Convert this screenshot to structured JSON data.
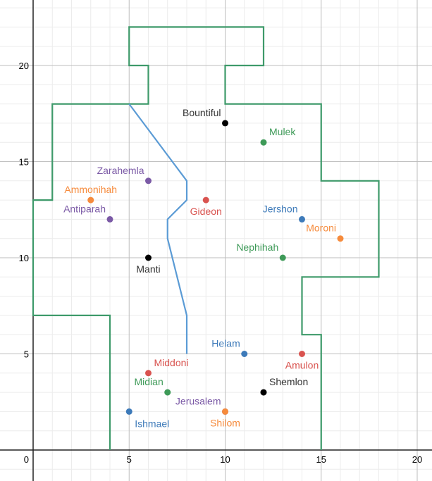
{
  "chart_data": {
    "type": "scatter",
    "title": "",
    "xlabel": "",
    "ylabel": "",
    "xlim": [
      -0.2,
      22.2
    ],
    "ylim": [
      -1.6,
      23.4
    ],
    "grid": true,
    "minor_grid_step": 1,
    "major_grid_step": 5,
    "x_ticks": [
      0,
      5,
      10,
      15,
      20
    ],
    "y_ticks": [
      5,
      10,
      15,
      20
    ],
    "tick_labels": {
      "x0": "0",
      "x5": "5",
      "x10": "10",
      "x15": "15",
      "x20": "20",
      "y5": "5",
      "y10": "10",
      "y15": "15",
      "y20": "20"
    },
    "colors": {
      "red": "#d9534f",
      "blue": "#3d7ab9",
      "green": "#3e9a58",
      "purple": "#7b5aa6",
      "orange": "#f68b3c",
      "black": "#000000",
      "label_black": "#333333",
      "region_outline": "#3e9a6a",
      "divider": "#5b9bd5"
    },
    "points": [
      {
        "name": "Bountiful",
        "x": 10,
        "y": 17,
        "color": "black",
        "label_pos": "above-left"
      },
      {
        "name": "Mulek",
        "x": 12,
        "y": 16,
        "color": "green",
        "label_pos": "above-right"
      },
      {
        "name": "Zarahemla",
        "x": 6,
        "y": 14,
        "color": "purple",
        "label_pos": "above-left"
      },
      {
        "name": "Ammonihah",
        "x": 3,
        "y": 13,
        "color": "orange",
        "label_pos": "above"
      },
      {
        "name": "Antiparah",
        "x": 4,
        "y": 12,
        "color": "purple",
        "label_pos": "above-left"
      },
      {
        "name": "Gideon",
        "x": 9,
        "y": 13,
        "color": "red",
        "label_pos": "below"
      },
      {
        "name": "Jershon",
        "x": 14,
        "y": 12,
        "color": "blue",
        "label_pos": "above-left"
      },
      {
        "name": "Moroni",
        "x": 16,
        "y": 11,
        "color": "orange",
        "label_pos": "above-left"
      },
      {
        "name": "Nephihah",
        "x": 13,
        "y": 10,
        "color": "green",
        "label_pos": "above-left"
      },
      {
        "name": "Manti",
        "x": 6,
        "y": 10,
        "color": "black",
        "label_pos": "below"
      },
      {
        "name": "Helam",
        "x": 11,
        "y": 5,
        "color": "blue",
        "label_pos": "above-left"
      },
      {
        "name": "Amulon",
        "x": 14,
        "y": 5,
        "color": "red",
        "label_pos": "below"
      },
      {
        "name": "Middoni",
        "x": 6,
        "y": 4,
        "color": "red",
        "label_pos": "above-right"
      },
      {
        "name": "Midian",
        "x": 7,
        "y": 3,
        "color": "green",
        "label_pos": "above-left"
      },
      {
        "name": "Shemlon",
        "x": 12,
        "y": 3,
        "color": "black",
        "label_pos": "above-right"
      },
      {
        "name": "Jerusalem",
        "x": 10,
        "y": 2,
        "color": "purple",
        "label_pos": "above-left"
      },
      {
        "name": "Shilom",
        "x": 10,
        "y": 2,
        "color": "orange",
        "label_pos": "below"
      },
      {
        "name": "Ishmael",
        "x": 5,
        "y": 2,
        "color": "blue",
        "label_pos": "below-right"
      }
    ],
    "region_outline": [
      [
        4,
        0
      ],
      [
        4,
        7
      ],
      [
        0,
        7
      ],
      [
        0,
        13
      ],
      [
        1,
        13
      ],
      [
        1,
        18
      ],
      [
        6,
        18
      ],
      [
        6,
        20
      ],
      [
        5,
        20
      ],
      [
        5,
        22
      ],
      [
        12,
        22
      ],
      [
        12,
        20
      ],
      [
        10,
        20
      ],
      [
        10,
        18
      ],
      [
        15,
        18
      ],
      [
        15,
        14
      ],
      [
        18,
        14
      ],
      [
        18,
        9
      ],
      [
        14,
        9
      ],
      [
        14,
        6
      ],
      [
        15,
        6
      ],
      [
        15,
        0
      ]
    ],
    "divider_line": [
      [
        5,
        18
      ],
      [
        8,
        14
      ],
      [
        8,
        13
      ],
      [
        7,
        12
      ],
      [
        7,
        11
      ],
      [
        8,
        7
      ],
      [
        8,
        5
      ]
    ]
  }
}
